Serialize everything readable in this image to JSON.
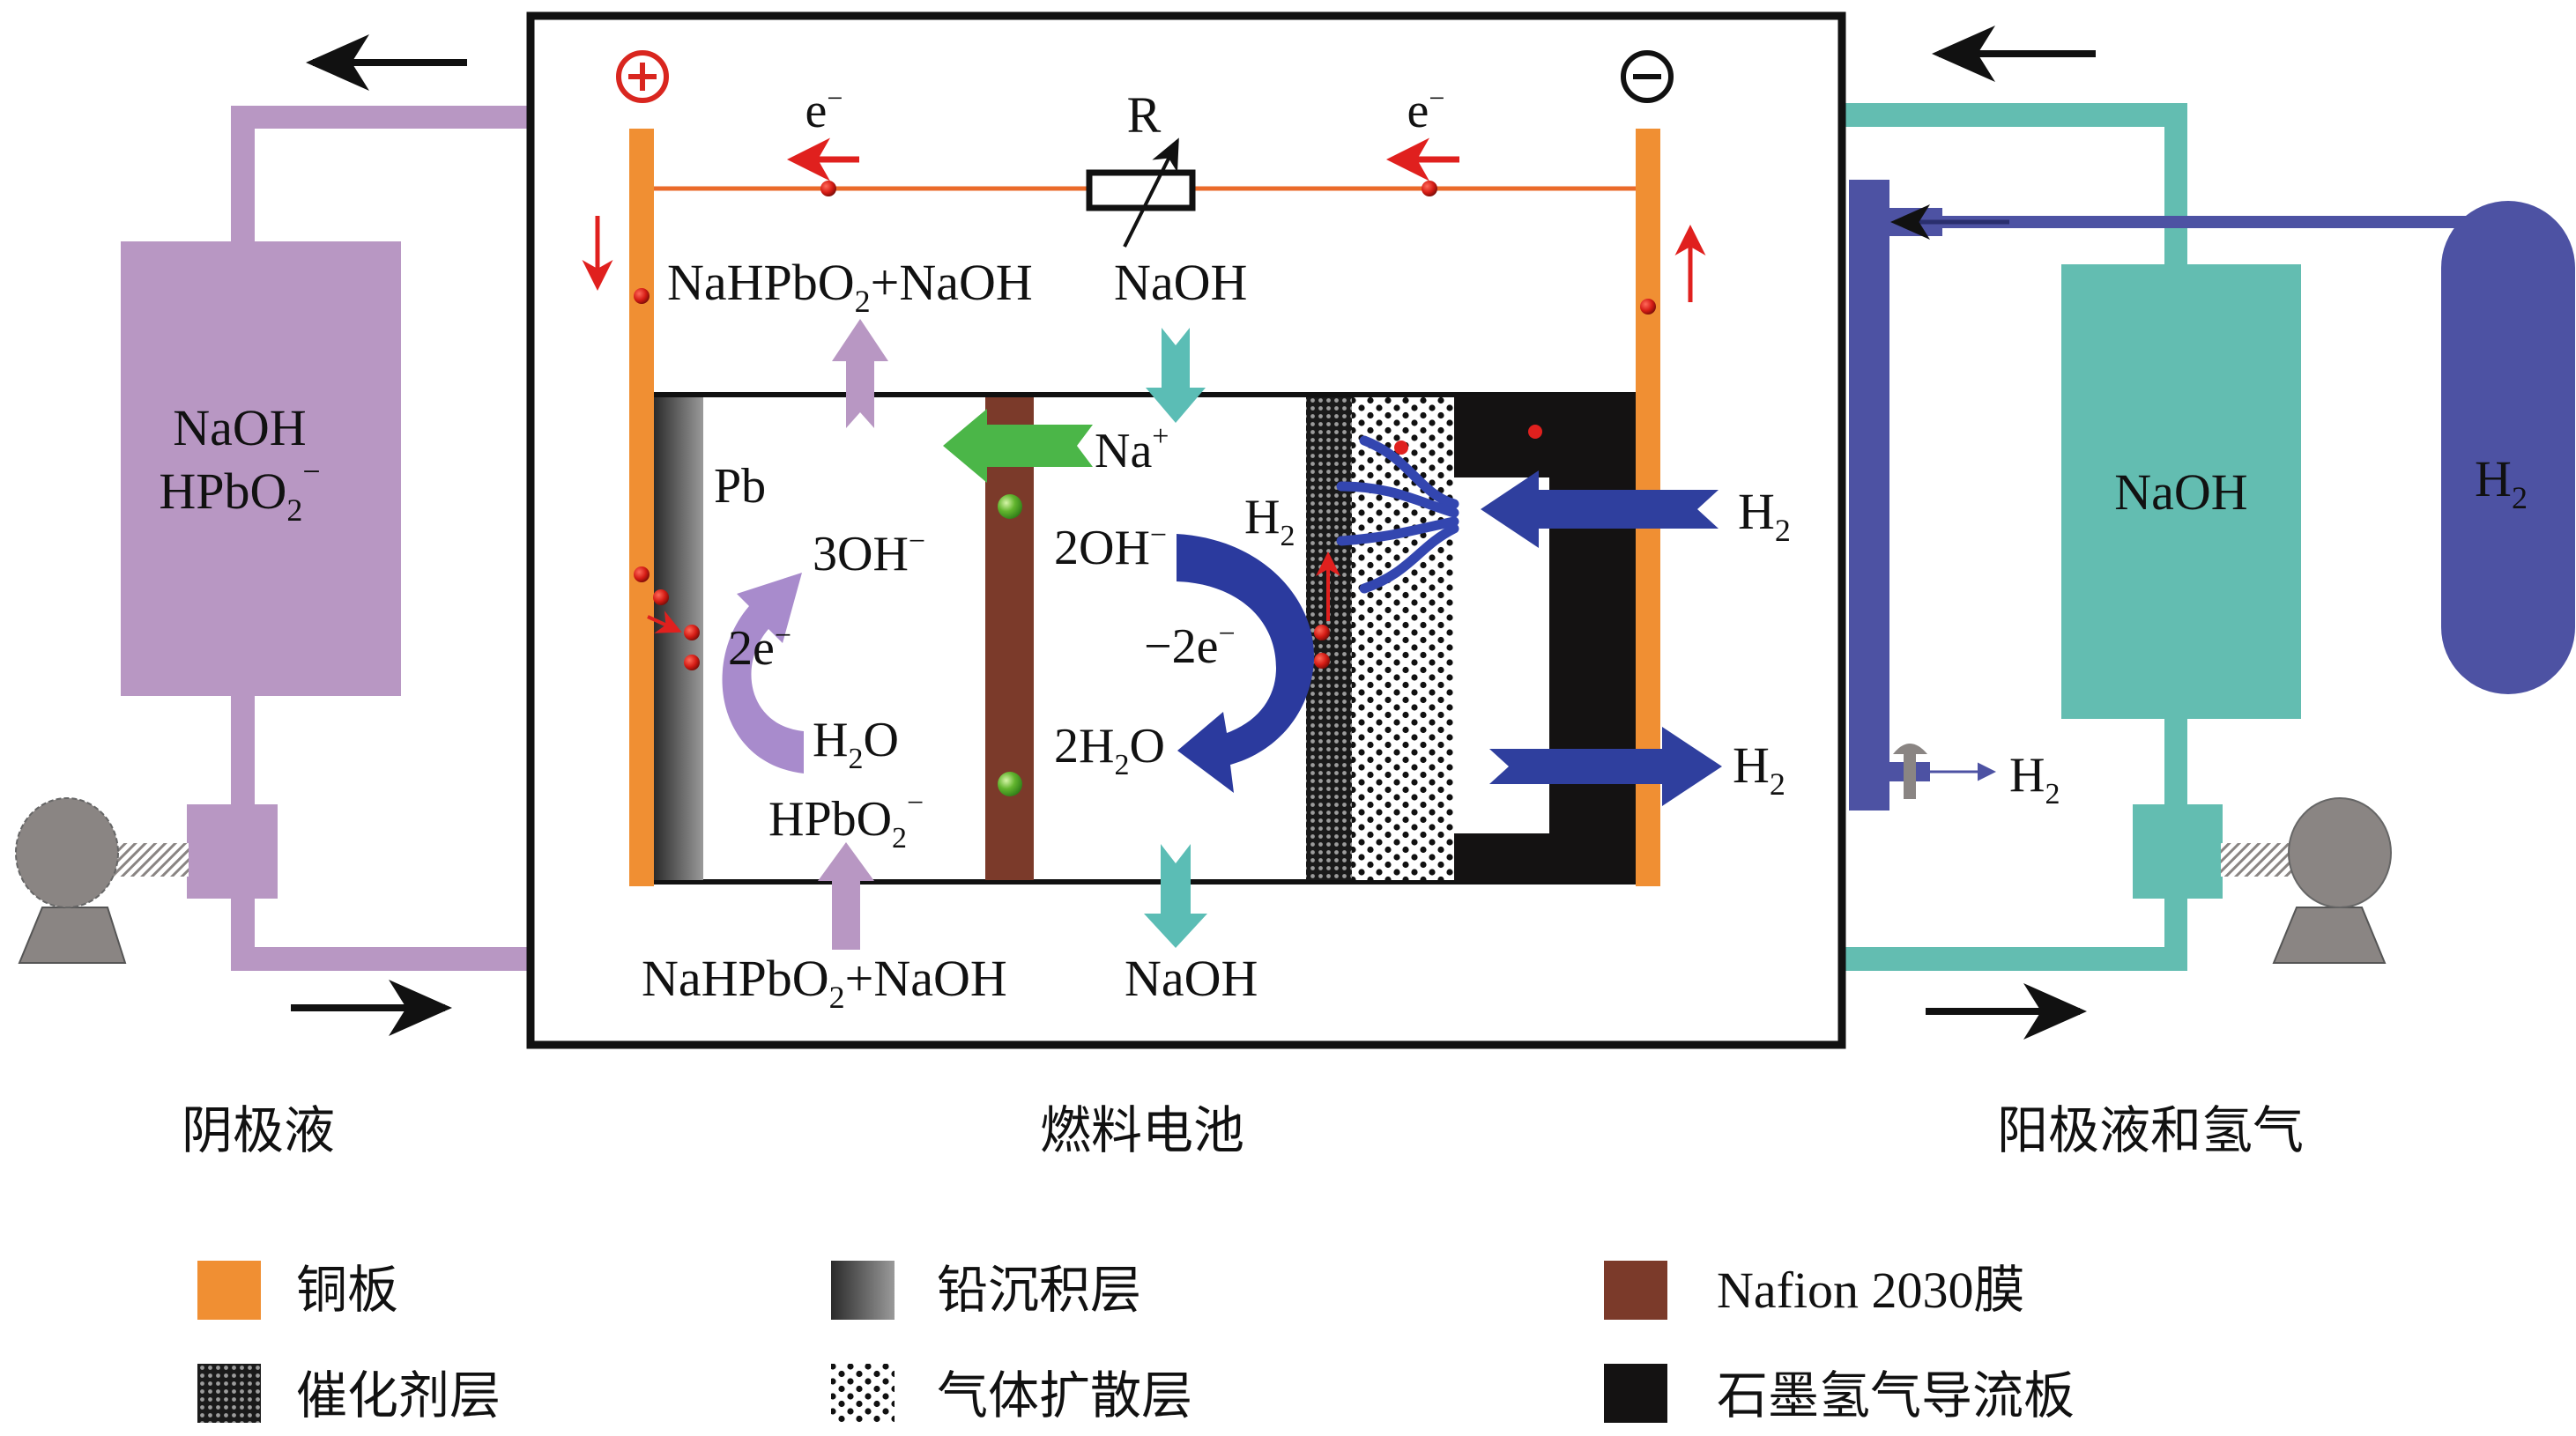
{
  "colors": {
    "copper": "#f08f33",
    "anolyte_purple": "#b897c3",
    "catholyte_teal": "#63bdb1",
    "hydrogen_blue": "#4d52a3",
    "deep_blue": "#2b3a9e",
    "membrane_brown": "#7b3a2a",
    "graphite_black": "#141212",
    "electron_red": "#e0201e",
    "na_green": "#4bb648",
    "pump_gray": "#8a8583"
  },
  "cell": {
    "title": "燃料电池",
    "positive_terminal": "⊕",
    "negative_terminal": "⊖",
    "resistor_label": "R",
    "electron_label_left": "e",
    "electron_label_right": "e",
    "electron_sup": "−",
    "top_left_stream": {
      "a": "NaHPbO",
      "sub": "2",
      "b": "+NaOH"
    },
    "top_right_stream": "NaOH",
    "bottom_left_stream": {
      "a": "NaHPbO",
      "sub": "2",
      "b": "+NaOH"
    },
    "bottom_right_stream": "NaOH",
    "na_ion": {
      "a": "Na",
      "sup": "+"
    },
    "cathode": {
      "pb": "Pb",
      "oh": {
        "a": "3OH",
        "sup": "−"
      },
      "electrons": {
        "a": "2e",
        "sup": "−"
      },
      "water": {
        "a": "H",
        "sub": "2",
        "b": "O"
      },
      "plumbite": {
        "a": "HPbO",
        "sub": "2",
        "sup": "−"
      }
    },
    "anode": {
      "h2": {
        "a": "H",
        "sub": "2"
      },
      "oh": {
        "a": "2OH",
        "sup": "−"
      },
      "electrons": {
        "a": "−2e",
        "sup": "−"
      },
      "water": {
        "a": "2H",
        "sub": "2",
        "b": "O"
      }
    },
    "h2_in": {
      "a": "H",
      "sub": "2"
    },
    "h2_out": {
      "a": "H",
      "sub": "2"
    }
  },
  "left_loop": {
    "title": "阴极液",
    "reservoir_line1": "NaOH",
    "reservoir_line2": {
      "a": "HPbO",
      "sub": "2",
      "sup": "−"
    }
  },
  "right_loop": {
    "title": "阳极液和氢气",
    "reservoir_label": "NaOH",
    "tank_label": {
      "a": "H",
      "sub": "2"
    },
    "vent_label": {
      "a": "H",
      "sub": "2"
    }
  },
  "legend": {
    "items": [
      {
        "key": "copper",
        "label": "铜板"
      },
      {
        "key": "lead",
        "label": "铅沉积层"
      },
      {
        "key": "nafion",
        "label": "Nafion 2030膜"
      },
      {
        "key": "catalyst",
        "label": "催化剂层"
      },
      {
        "key": "gdl",
        "label": "气体扩散层"
      },
      {
        "key": "graphite",
        "label": "石墨氢气导流板"
      }
    ]
  }
}
